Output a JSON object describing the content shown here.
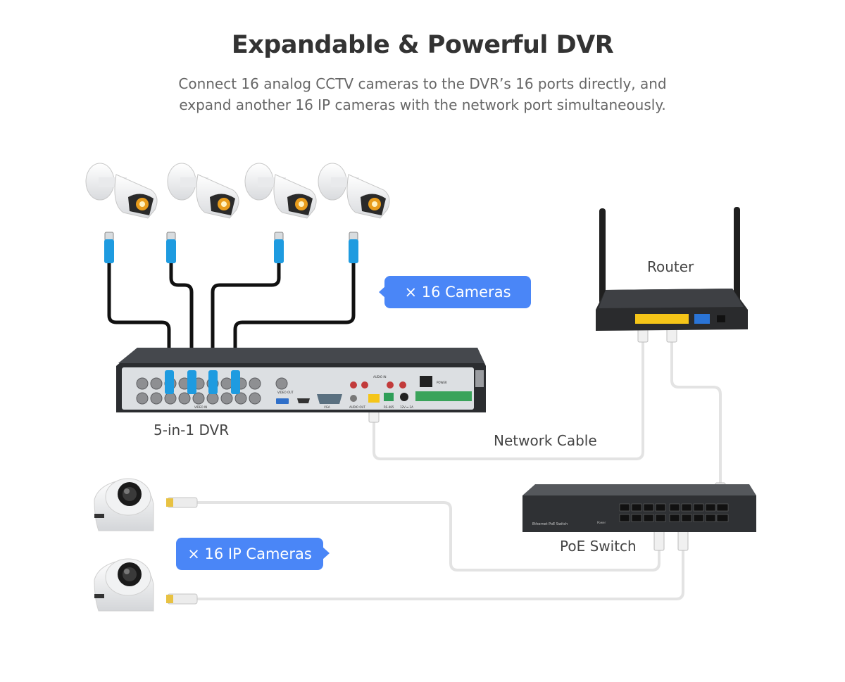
{
  "header": {
    "title": "Expandable & Powerful DVR",
    "subtitle_line1": "Connect 16 analog CCTV cameras to the DVR’s 16 ports directly, and",
    "subtitle_line2": "expand another 16 IP cameras with the network port simultaneously."
  },
  "labels": {
    "router": "Router",
    "dvr": "5-in-1 DVR",
    "network_cable": "Network Cable",
    "poe_switch": "PoE Switch"
  },
  "badges": {
    "analog_cameras": "× 16 Cameras",
    "ip_cameras": "× 16 IP Cameras"
  },
  "device_text": {
    "poe_switch_model": "Ethernet PoE Switch",
    "poe_switch_power": "Power",
    "dvr_video_in": "VIDEO IN",
    "dvr_vga": "VGA",
    "dvr_audio_out": "AUDIO OUT",
    "dvr_audio_in": "AUDIO IN",
    "dvr_power": "POWER",
    "dvr_dc": "12V ⎓ 2A",
    "dvr_rs485": "RS-485",
    "dvr_video_out": "VIDEO OUT"
  },
  "colors": {
    "badge_blue": "#4a86f7",
    "coax_connector": "#1e9be0",
    "ethernet_cable": "#e6e6e6",
    "device_body": "#2b2d30",
    "dvr_panel": "#dcdfe2",
    "rj45_yellow": "#f5c518"
  }
}
